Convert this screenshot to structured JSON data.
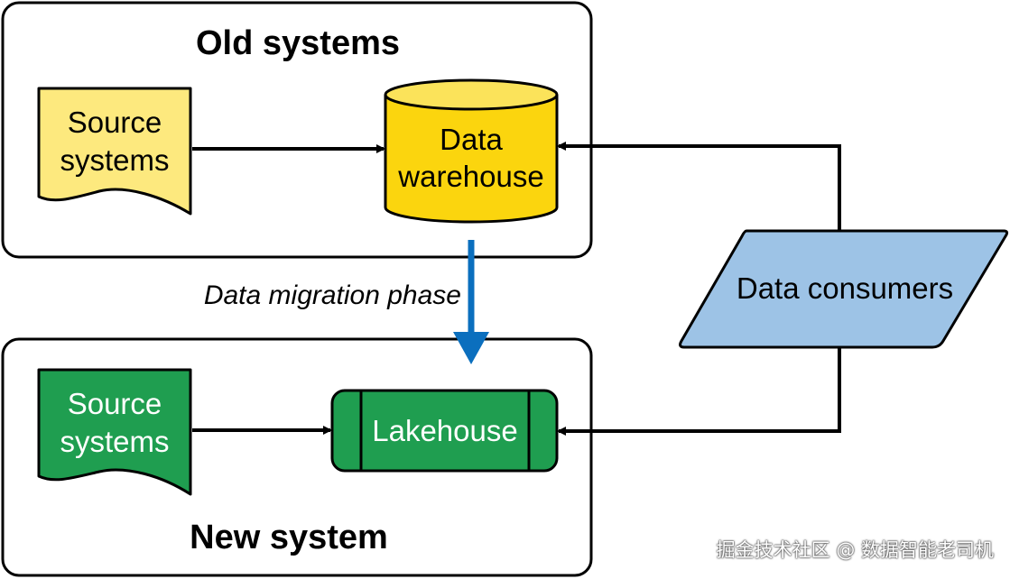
{
  "old_panel": {
    "title": "Old systems"
  },
  "new_panel": {
    "title": "New system"
  },
  "nodes": {
    "old_source": {
      "line1": "Source",
      "line2": "systems"
    },
    "warehouse": {
      "line1": "Data",
      "line2": "warehouse"
    },
    "new_source": {
      "line1": "Source",
      "line2": "systems"
    },
    "lakehouse": {
      "label": "Lakehouse"
    },
    "consumers": {
      "label": "Data consumers"
    }
  },
  "migration_label": "Data migration phase",
  "watermark": "掘金技术社区 @ 数据智能老司机",
  "colors": {
    "old_source_fill": "#fde97e",
    "warehouse_fill": "#fbd50e",
    "new_fill": "#1f9e50",
    "consumers_fill": "#9dc3e6",
    "migration_arrow": "#0b6fbe"
  }
}
